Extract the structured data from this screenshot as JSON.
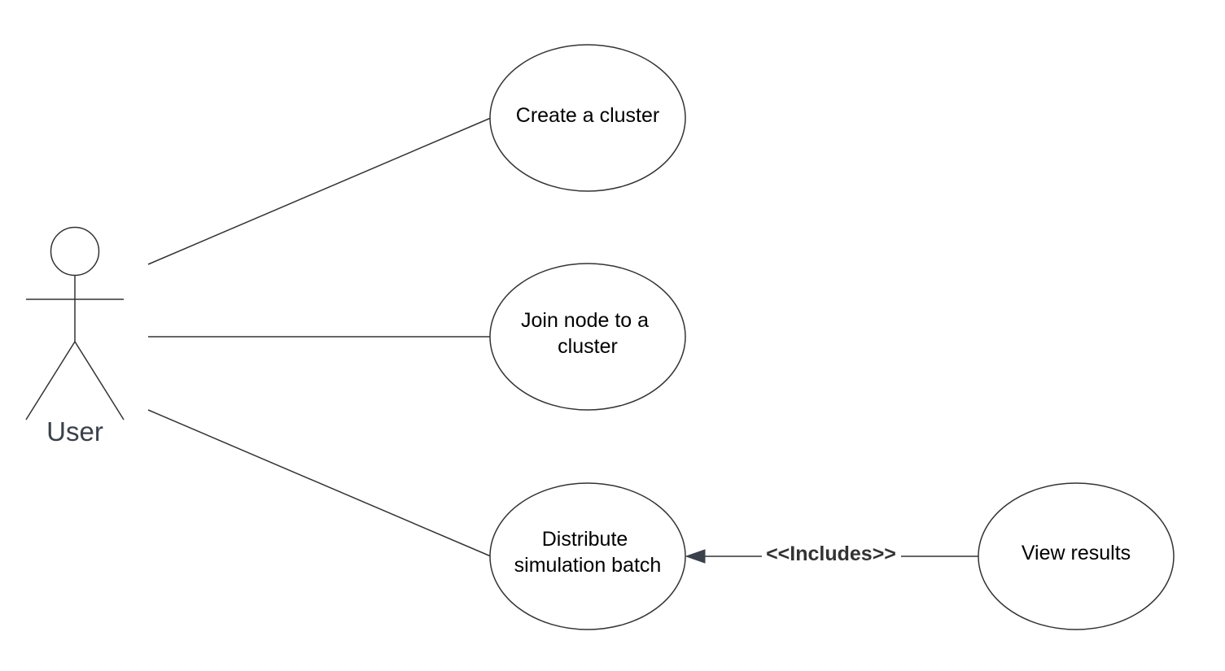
{
  "actor": {
    "name": "User"
  },
  "use_cases": {
    "create_cluster": [
      "Create a cluster"
    ],
    "join_node": [
      "Join node to a",
      "cluster"
    ],
    "distribute_batch": [
      "Distribute",
      "simulation batch"
    ],
    "view_results": [
      "View results"
    ]
  },
  "relationships": {
    "includes_label": "<<Includes>>"
  },
  "colors": {
    "line": "#333333",
    "actor_label": "#3a414a",
    "arrowhead": "#3a414a"
  }
}
